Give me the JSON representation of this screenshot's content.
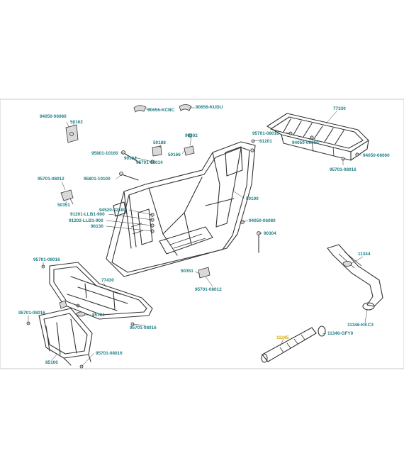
{
  "labels": [
    {
      "id": "l90656kcbc",
      "text": "90656-KCBC"
    },
    {
      "id": "l90656kudu",
      "text": "90656-KUDU"
    },
    {
      "id": "l77330",
      "text": "77330"
    },
    {
      "id": "l94050_06080a",
      "text": "94050-06080"
    },
    {
      "id": "l50162",
      "text": "50162"
    },
    {
      "id": "l90302",
      "text": "90302"
    },
    {
      "id": "l95701_08016a",
      "text": "95701-08016"
    },
    {
      "id": "l81201",
      "text": "81201"
    },
    {
      "id": "l94050_06060a",
      "text": "94050-06060"
    },
    {
      "id": "l50188",
      "text": "50188"
    },
    {
      "id": "l95801_10160",
      "text": "95801-10160"
    },
    {
      "id": "l90304a",
      "text": "90304"
    },
    {
      "id": "l95701_08014",
      "text": "95701-08014"
    },
    {
      "id": "l50166",
      "text": "50166"
    },
    {
      "id": "l94050_06060b",
      "text": "94050-06060"
    },
    {
      "id": "l95701_08016b",
      "text": "95701-08016"
    },
    {
      "id": "l95701_08012a",
      "text": "95701-08012"
    },
    {
      "id": "l95801_10100",
      "text": "95801-10100"
    },
    {
      "id": "l50351a",
      "text": "50351"
    },
    {
      "id": "l50100",
      "text": "50100"
    },
    {
      "id": "l94520_32180",
      "text": "94520-32180"
    },
    {
      "id": "l91201_llb1_900",
      "text": "91201-LLB1-900"
    },
    {
      "id": "l91202_llb1_900",
      "text": "91202-LLB1-900"
    },
    {
      "id": "l96130",
      "text": "96130"
    },
    {
      "id": "l94050_06080b",
      "text": "94050-06080"
    },
    {
      "id": "l90304b",
      "text": "90304"
    },
    {
      "id": "l11344",
      "text": "11344"
    },
    {
      "id": "l95701_08016c",
      "text": "95701-08016"
    },
    {
      "id": "l77430",
      "text": "77430"
    },
    {
      "id": "l50351b",
      "text": "50351"
    },
    {
      "id": "l95701_08012b",
      "text": "95701-08012"
    },
    {
      "id": "l95701_08016d",
      "text": "95701-08016"
    },
    {
      "id": "l85101",
      "text": "85101"
    },
    {
      "id": "l95701_08016e",
      "text": "95701-08016"
    },
    {
      "id": "l11346_kkc3",
      "text": "11346-KKC3"
    },
    {
      "id": "l11345",
      "text": "11345"
    },
    {
      "id": "l11346_gfy0",
      "text": "11346-GFY0"
    },
    {
      "id": "l95701_08016f",
      "text": "95701-08016"
    },
    {
      "id": "l85100",
      "text": "85100"
    }
  ],
  "colors": {
    "label": "#1f7f86",
    "highlight_label": "#d6a600",
    "line": "#333333",
    "frame": "#c8c8c8"
  }
}
